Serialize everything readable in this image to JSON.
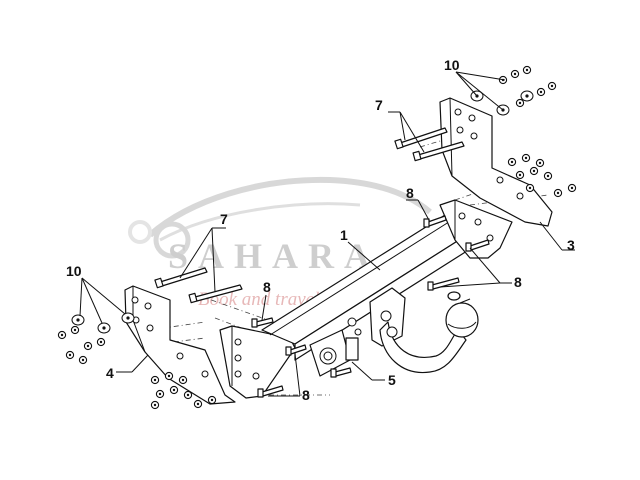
{
  "callouts": {
    "c1": "1",
    "c3": "3",
    "c4": "4",
    "c5": "5",
    "c7_top": "7",
    "c7_left": "7",
    "c8_top": "8",
    "c8_right": "8",
    "c8_left": "8",
    "c8_bottom": "8",
    "c10_top": "10",
    "c10_left": "10"
  },
  "watermark": {
    "logo_text": "SAHARA",
    "tagline": "Book and travel"
  },
  "colors": {
    "line": "#111111",
    "watermark_gray": "#c9c9c9",
    "watermark_red": "#e5b1b1"
  }
}
